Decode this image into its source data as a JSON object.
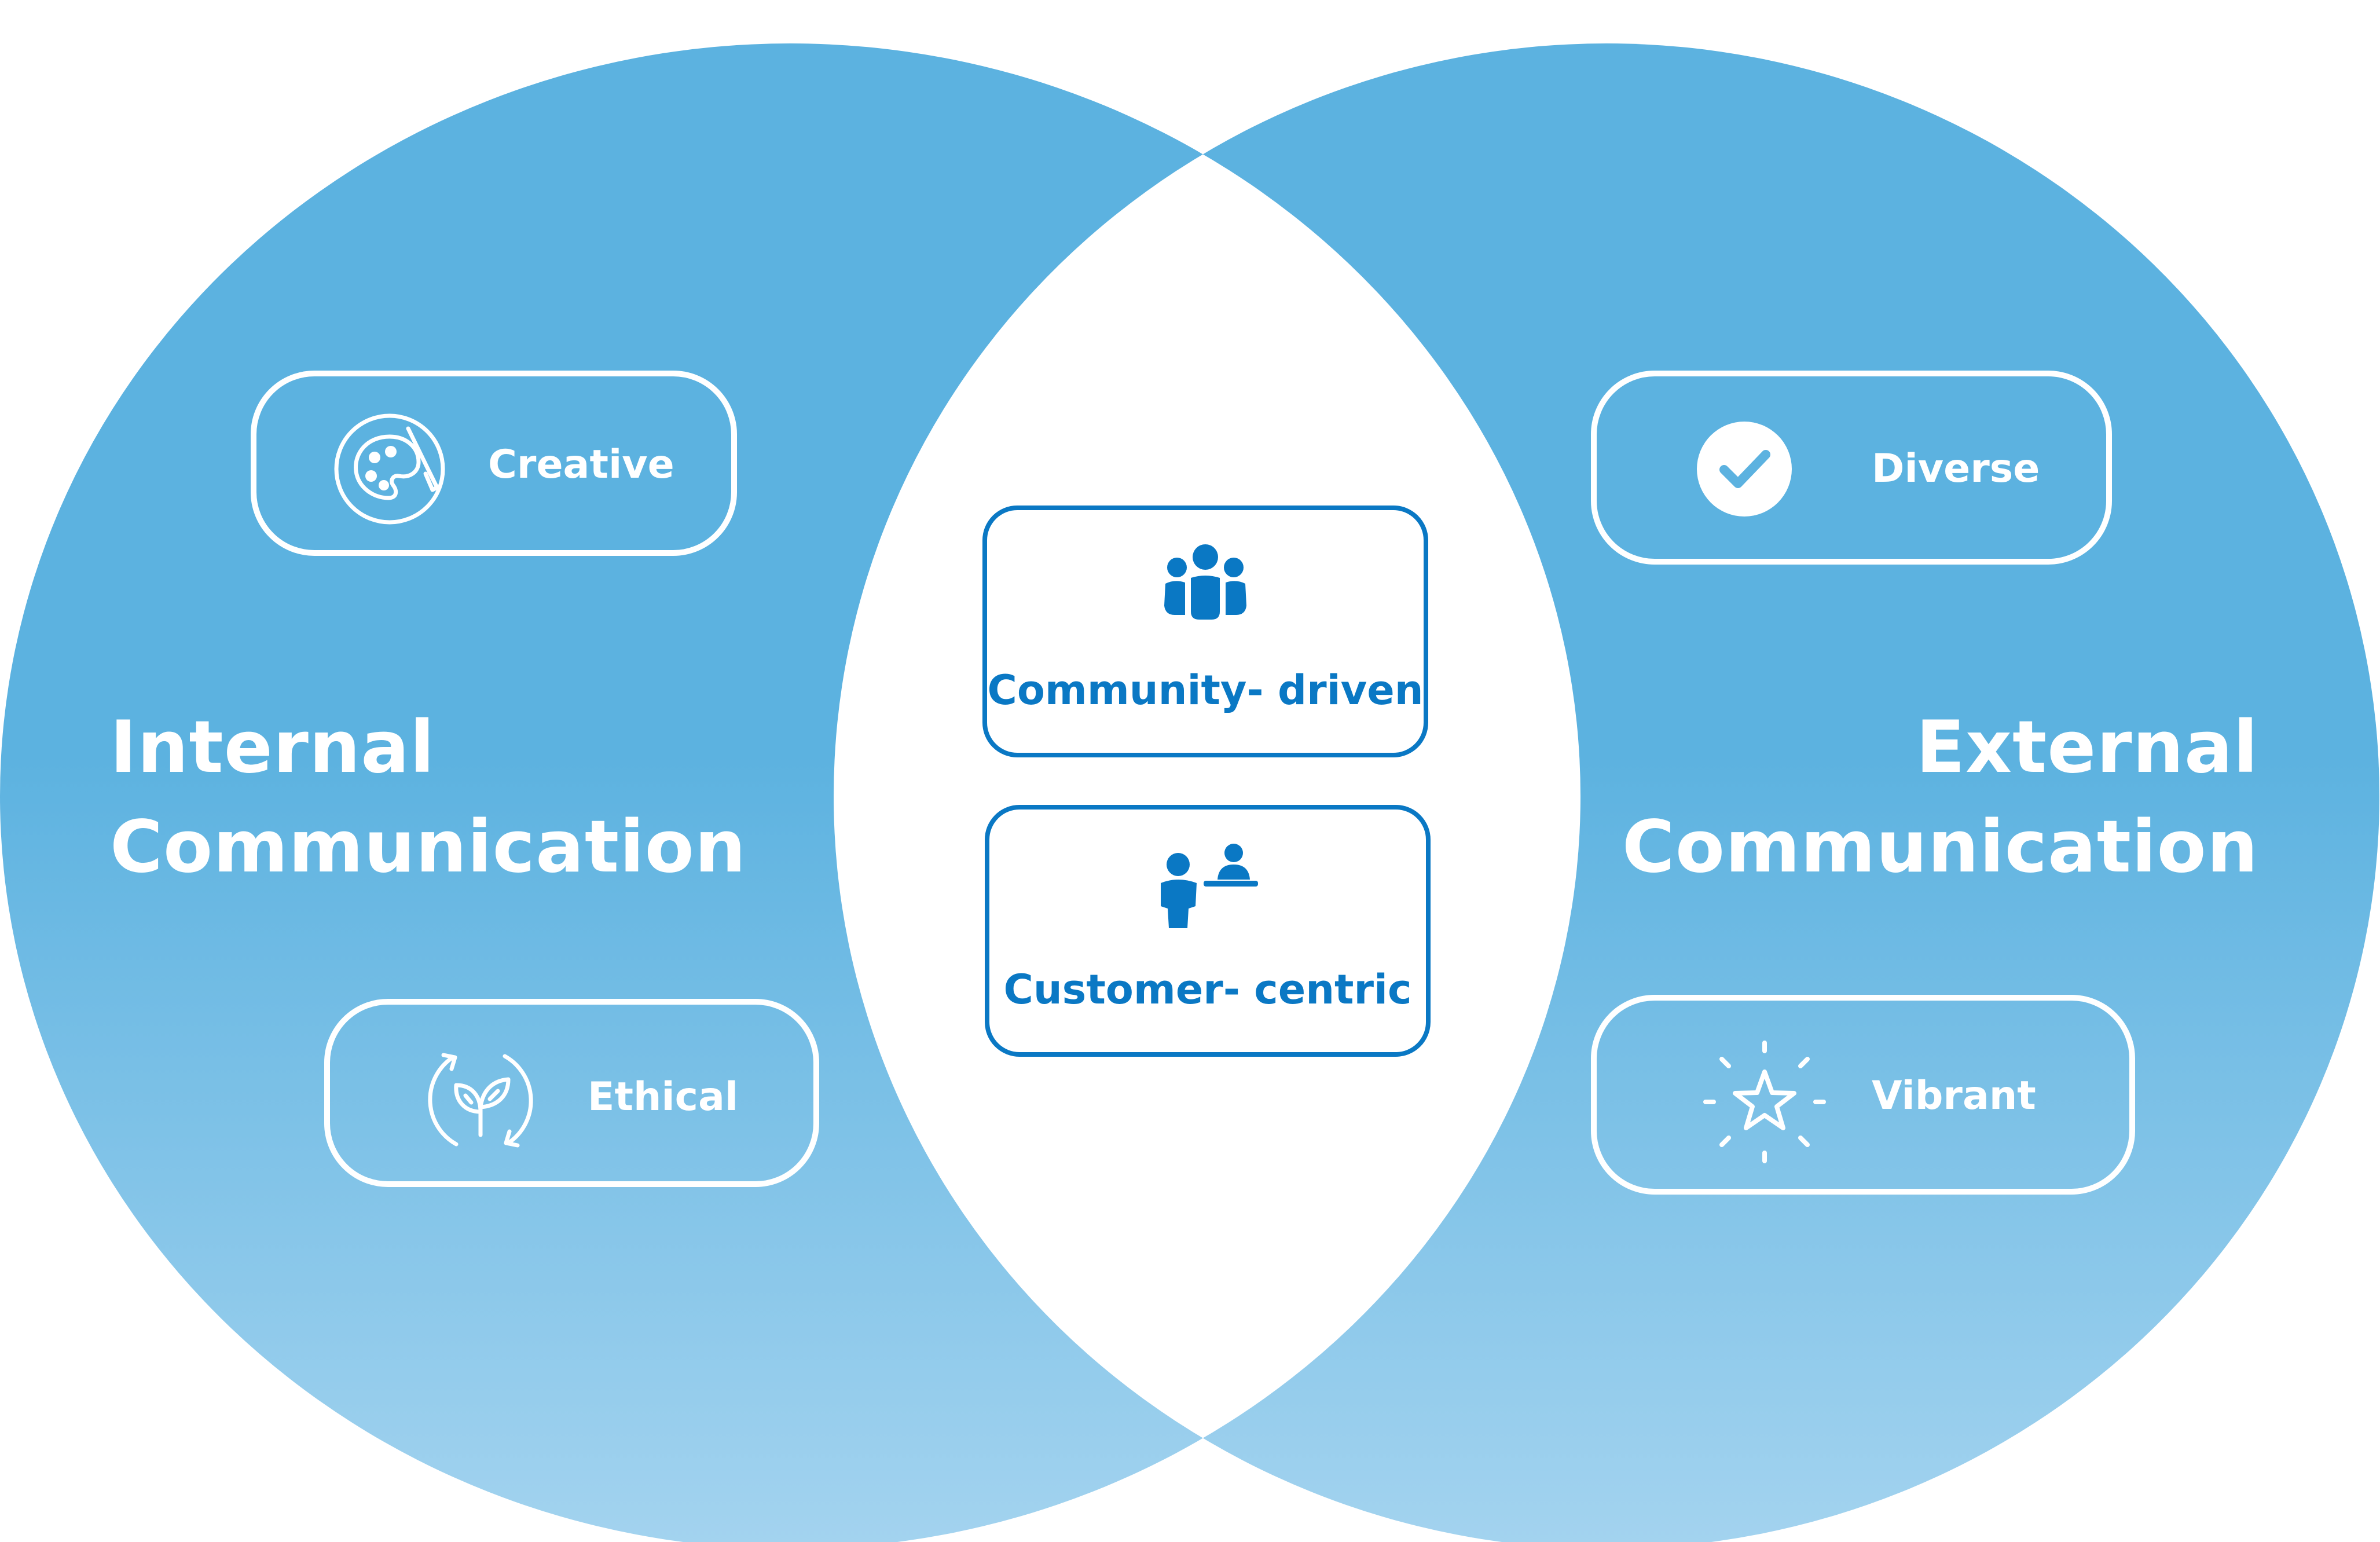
{
  "colors": {
    "circle_top": "#5cb2e0",
    "circle_bottom": "#a3d3ef",
    "center": "#ffffff",
    "card_accent": "#0a78c4",
    "pill_text": "#ffffff"
  },
  "left": {
    "heading": [
      "Internal",
      "Communication"
    ],
    "items": [
      {
        "label": "Creative",
        "icon": "palette-icon"
      },
      {
        "label": "Ethical",
        "icon": "recycle-leaf-icon"
      }
    ]
  },
  "right": {
    "heading": [
      "External",
      "Communication"
    ],
    "items": [
      {
        "label": "Diverse",
        "icon": "check-circle-icon"
      },
      {
        "label": "Vibrant",
        "icon": "sparkle-star-icon"
      }
    ]
  },
  "center": {
    "items": [
      {
        "label": "Community- driven",
        "icon": "group-icon"
      },
      {
        "label": "Customer- centric",
        "icon": "customer-service-icon"
      }
    ]
  }
}
